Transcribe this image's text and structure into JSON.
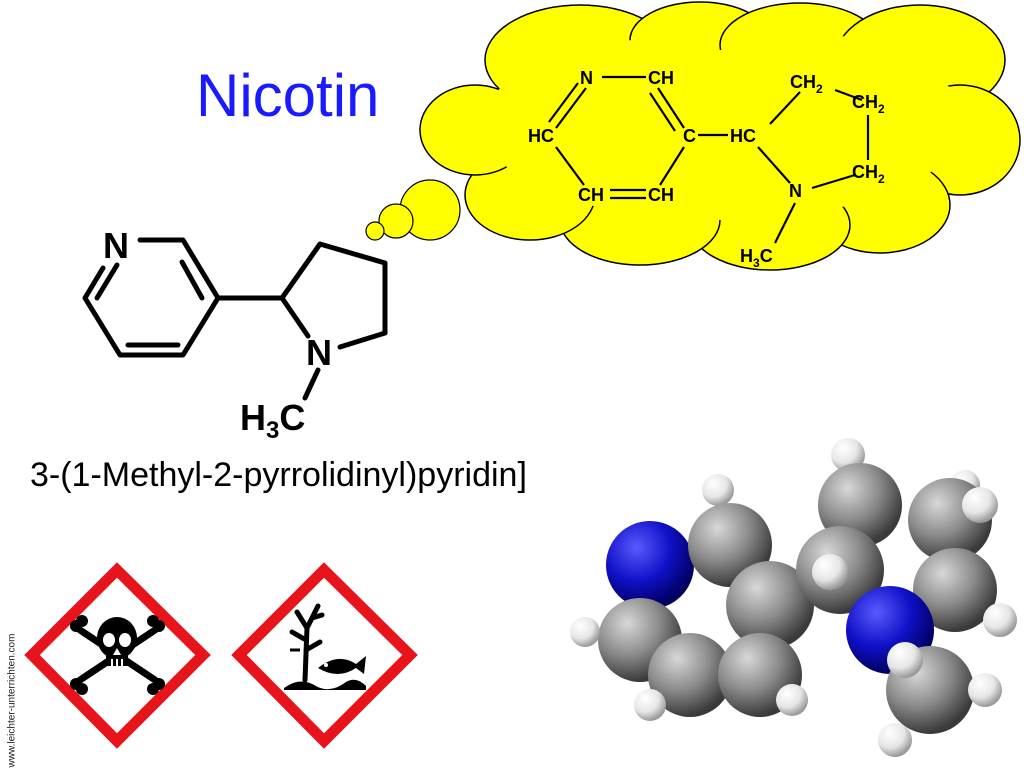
{
  "title": "Nicotin",
  "iupac_name": "3-(1-Methyl-2-pyrrolidinyl)pyridin]",
  "watermark": "www.leichter-unterrichten.com",
  "skeletal_formula": {
    "atom_ring_n": "N",
    "atom_pyrrolidine_n": "N",
    "methyl": {
      "h": "H",
      "sub": "3",
      "c": "C"
    }
  },
  "bubble_formula": {
    "n_top": "N",
    "ch_top": "CH",
    "hc_left": "HC",
    "c_center": "C",
    "hc_pyrr": "HC",
    "ch_bottom_left": "CH",
    "ch_bottom_right": "CH",
    "ch2_a": {
      "base": "CH",
      "sub": "2"
    },
    "ch2_b": {
      "base": "CH",
      "sub": "2"
    },
    "ch2_c": {
      "base": "CH",
      "sub": "2"
    },
    "n_pyrr": "N",
    "methyl": {
      "h": "H",
      "sub": "3",
      "c": "C"
    }
  },
  "hazard_pictograms": [
    "skull-and-crossbones",
    "environmental-hazard"
  ],
  "colors": {
    "title": "#1a1aff",
    "bubble": "#ffff00",
    "hazard_border": "#e8141c",
    "atom_n": "#1010d0",
    "atom_c": "#808080",
    "atom_h": "#f0f0f0"
  }
}
